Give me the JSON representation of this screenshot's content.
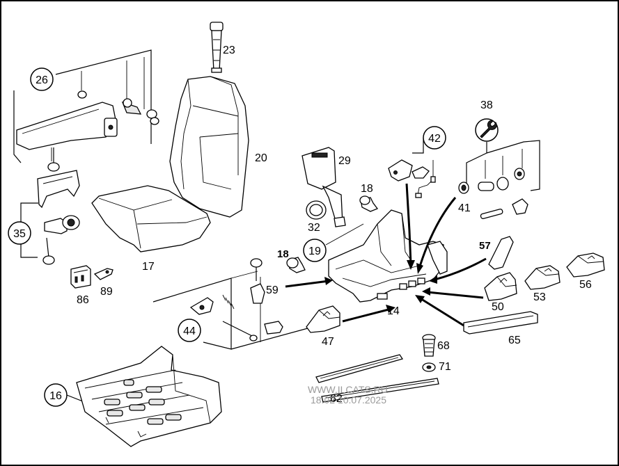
{
  "diagram": {
    "callouts": {
      "c26": "26",
      "c35": "35",
      "c44": "44",
      "c16": "16",
      "c19": "19",
      "c42": "42"
    },
    "labels": {
      "l23": "23",
      "l20": "20",
      "l17": "17",
      "l29": "29",
      "l18a": "18",
      "l32": "32",
      "l18b": "18",
      "l38": "38",
      "l41": "41",
      "l57": "57",
      "l59": "59",
      "l14": "14",
      "l86": "86",
      "l89": "89",
      "l47": "47",
      "l50": "50",
      "l53": "53",
      "l56": "56",
      "l65": "65",
      "l68": "68",
      "l71": "71",
      "l62": "62"
    },
    "watermark": {
      "site": "WWW.ILCATS.RU",
      "timestamp": "18:02 10.07.2025"
    }
  },
  "colors": {
    "line": "#000000",
    "background": "#ffffff",
    "watermark": "#9a9a9a"
  }
}
